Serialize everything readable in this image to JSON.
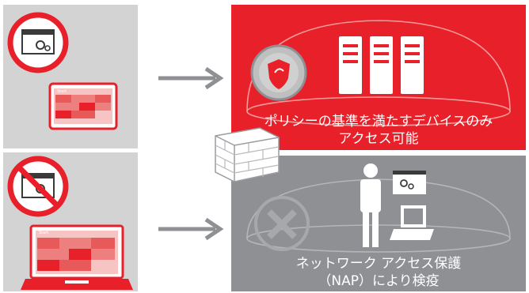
{
  "diagram": {
    "top_right_caption_line1": "ポリシーの基準を満たすデバイスのみ",
    "top_right_caption_line2": "アクセス可能",
    "bottom_right_caption_line1": "ネットワーク アクセス保護",
    "bottom_right_caption_line2": "（NAP）により検疫",
    "tablet_screen_label": "Start",
    "laptop_screen_label": "Start"
  },
  "icons": {
    "prohibited": "prohibited-icon",
    "settings_window": "settings-window-icon",
    "tablet": "tablet-icon",
    "laptop": "laptop-icon",
    "arrow": "arrow-right-icon",
    "firewall": "firewall-brick-icon",
    "servers": "server-rack-icon",
    "shield_badge": "shield-badge-icon",
    "person": "person-icon",
    "tools": "tools-icon"
  },
  "colors": {
    "red": "#e8202a",
    "light_gray": "#d3d3d4",
    "dark_gray": "#8e9094"
  }
}
